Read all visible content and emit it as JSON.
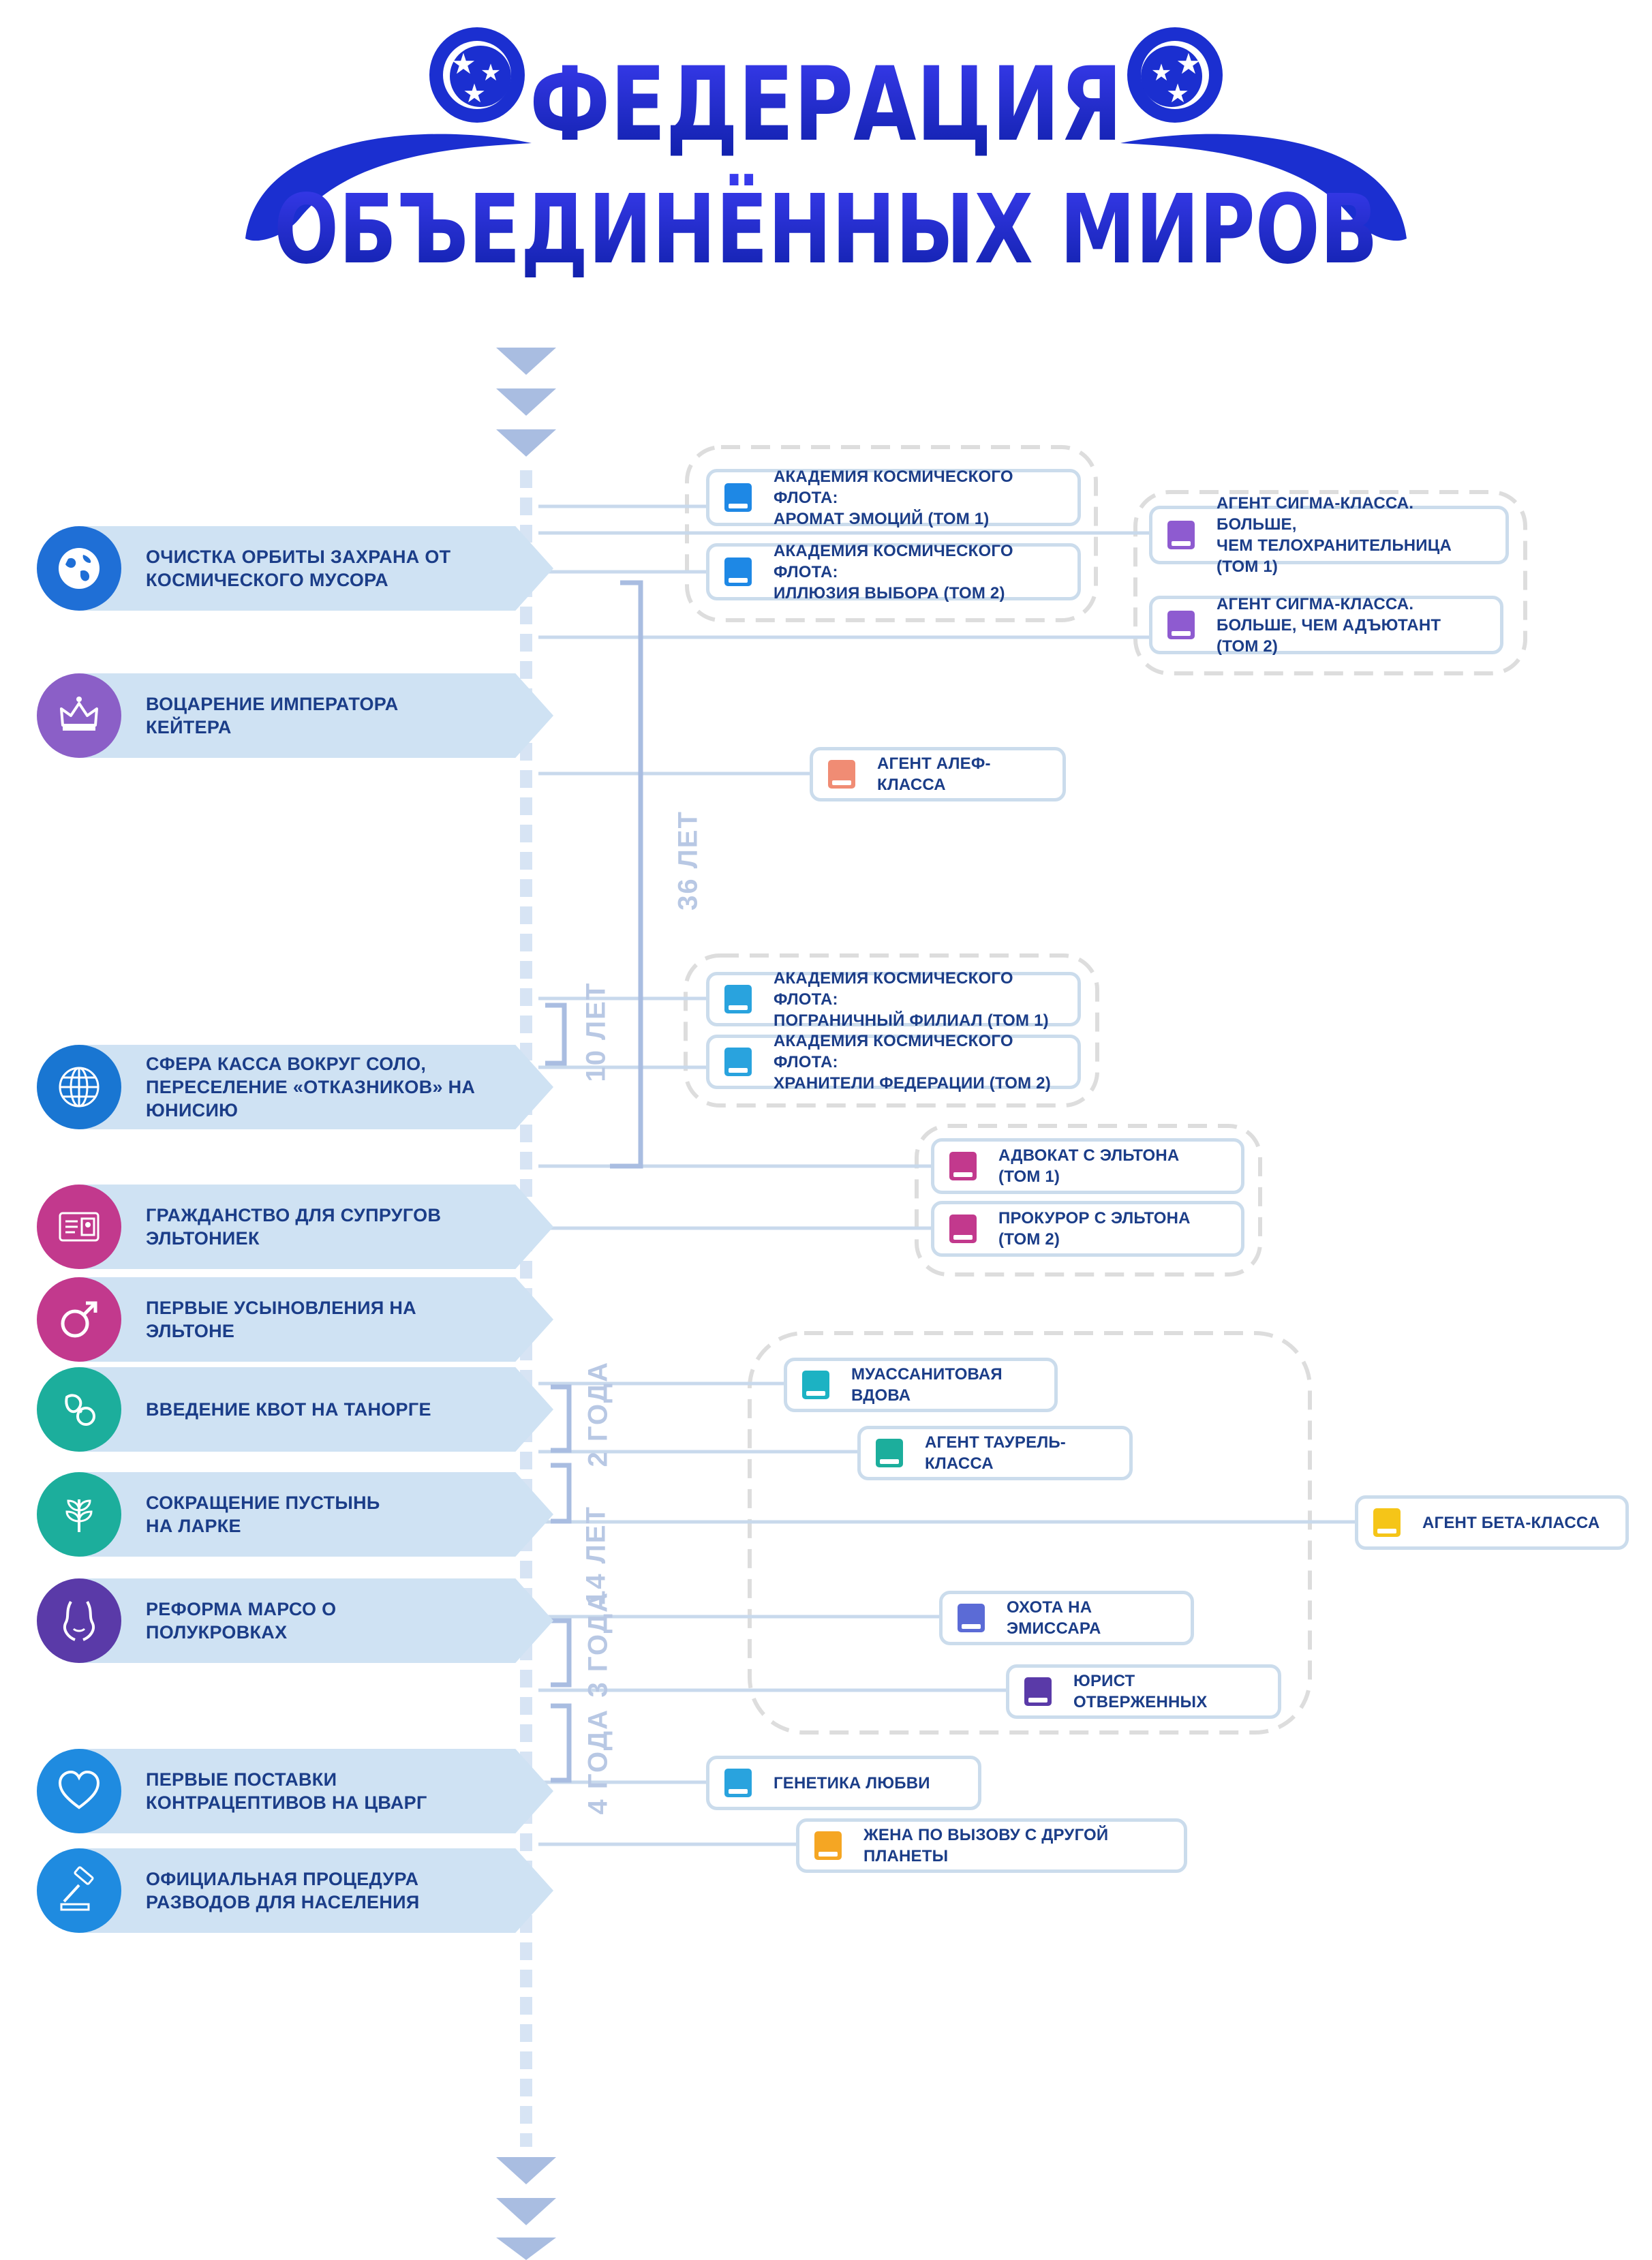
{
  "title": {
    "line1": "ФЕДЕРАЦИЯ",
    "line2": "ОБЪЕДИНЁННЫХ МИРОВ",
    "color": "#1b2fd0"
  },
  "colors": {
    "timeline": "#d7e4f4",
    "connector": "#c8d9ec",
    "event_band": "#cfe2f3",
    "bracket": "#a9bde1",
    "dashed_group": "#d9d9d9",
    "text": "#1b3d88"
  },
  "events": [
    {
      "label": "ОЧИСТКА ОРБИТЫ ЗАХРАНА ОТ\nКОСМИЧЕСКОГО МУСОРА",
      "icon": "earth-icon",
      "color": "#1f6fd6"
    },
    {
      "label": "ВОЦАРЕНИЕ ИМПЕРАТОРА\nКЕЙТЕРА",
      "icon": "crown-icon",
      "color": "#8b5fc7"
    },
    {
      "label": "СФЕРА КАССА ВОКРУГ СОЛО,\nПЕРЕСЕЛЕНИЕ «ОТКАЗНИКОВ» НА\nЮНИСИЮ",
      "icon": "globe-grid-icon",
      "color": "#1976d2"
    },
    {
      "label": "ГРАЖДАНСТВО ДЛЯ СУПРУГОВ\nЭЛЬТОНИЕК",
      "icon": "id-card-icon",
      "color": "#c2398d"
    },
    {
      "label": "ПЕРВЫЕ УСЫНОВЛЕНИЯ НА\nЭЛЬТОНЕ",
      "icon": "male-symbol-icon",
      "color": "#c2398d"
    },
    {
      "label": "ВВЕДЕНИЕ КВОТ НА ТАНОРГЕ",
      "icon": "pacifier-icon",
      "color": "#1cae9c"
    },
    {
      "label": "СОКРАЩЕНИЕ ПУСТЫНЬ\nНА ЛАРКЕ",
      "icon": "plant-icon",
      "color": "#1cae9c"
    },
    {
      "label": "РЕФОРМА МАРСО О\nПОЛУКРОВКАХ",
      "icon": "body-silhouette-icon",
      "color": "#5a3aa8"
    },
    {
      "label": "ПЕРВЫЕ ПОСТАВКИ\nКОНТРАЦЕПТИВОВ НА ЦВАРГ",
      "icon": "heart-icon",
      "color": "#1f8be0"
    },
    {
      "label": "ОФИЦИАЛЬНАЯ ПРОЦЕДУРА\nРАЗВОДОВ ДЛЯ НАСЕЛЕНИЯ",
      "icon": "gavel-icon",
      "color": "#1f8be0"
    }
  ],
  "books": [
    {
      "label": "АКАДЕМИЯ КОСМИЧЕСКОГО ФЛОТА:\nАРОМАТ ЭМОЦИЙ  (ТОМ 1)",
      "color": "#1e88e5",
      "icon": "book-icon"
    },
    {
      "label": "АГЕНТ СИГМА-КЛАССА. БОЛЬШЕ,\nЧЕМ ТЕЛОХРАНИТЕЛЬНИЦА (ТОМ 1)",
      "color": "#8e5bd0",
      "icon": "book-icon"
    },
    {
      "label": "АКАДЕМИЯ КОСМИЧЕСКОГО ФЛОТА:\nИЛЛЮЗИЯ ВЫБОРА (ТОМ 2)",
      "color": "#1e88e5",
      "icon": "book-icon"
    },
    {
      "label": "АГЕНТ СИГМА-КЛАССА.\nБОЛЬШЕ, ЧЕМ АДЪЮТАНТ (ТОМ 2)",
      "color": "#8e5bd0",
      "icon": "book-icon"
    },
    {
      "label": "АГЕНТ АЛЕФ-КЛАССА",
      "color": "#f08c74",
      "icon": "book-icon"
    },
    {
      "label": "АКАДЕМИЯ КОСМИЧЕСКОГО ФЛОТА:\nПОГРАНИЧНЫЙ ФИЛИАЛ (ТОМ 1)",
      "color": "#29a3de",
      "icon": "book-icon"
    },
    {
      "label": "АКАДЕМИЯ КОСМИЧЕСКОГО ФЛОТА:\nХРАНИТЕЛИ ФЕДЕРАЦИИ (ТОМ 2)",
      "color": "#29a3de",
      "icon": "book-icon"
    },
    {
      "label": "АДВОКАТ С ЭЛЬТОНА (ТОМ 1)",
      "color": "#c2398d",
      "icon": "book-icon"
    },
    {
      "label": "ПРОКУРОР С ЭЛЬТОНА (ТОМ 2)",
      "color": "#c2398d",
      "icon": "book-icon"
    },
    {
      "label": "МУАССАНИТОВАЯ ВДОВА",
      "color": "#1cb2c3",
      "icon": "book-icon"
    },
    {
      "label": "АГЕНТ ТАУРЕЛЬ-КЛАССА",
      "color": "#1cae9c",
      "icon": "book-icon"
    },
    {
      "label": "АГЕНТ БЕТА-КЛАССА",
      "color": "#f5c518",
      "icon": "book-icon"
    },
    {
      "label": "ОХОТА НА ЭМИССАРА",
      "color": "#5b6bd6",
      "icon": "book-icon"
    },
    {
      "label": "ЮРИСТ ОТВЕРЖЕННЫХ",
      "color": "#5a3aa8",
      "icon": "book-icon"
    },
    {
      "label": "ГЕНЕТИКА ЛЮБВИ",
      "color": "#29a3de",
      "icon": "book-icon"
    },
    {
      "label": "ЖЕНА ПО ВЫЗОВУ С ДРУГОЙ ПЛАНЕТЫ",
      "color": "#f5a623",
      "icon": "book-icon"
    }
  ],
  "spans": [
    "36 ЛЕТ",
    "10 ЛЕТ",
    "2 ГОДА",
    "14 ЛЕТ",
    "3 ГОДА",
    "4 ГОДА"
  ]
}
